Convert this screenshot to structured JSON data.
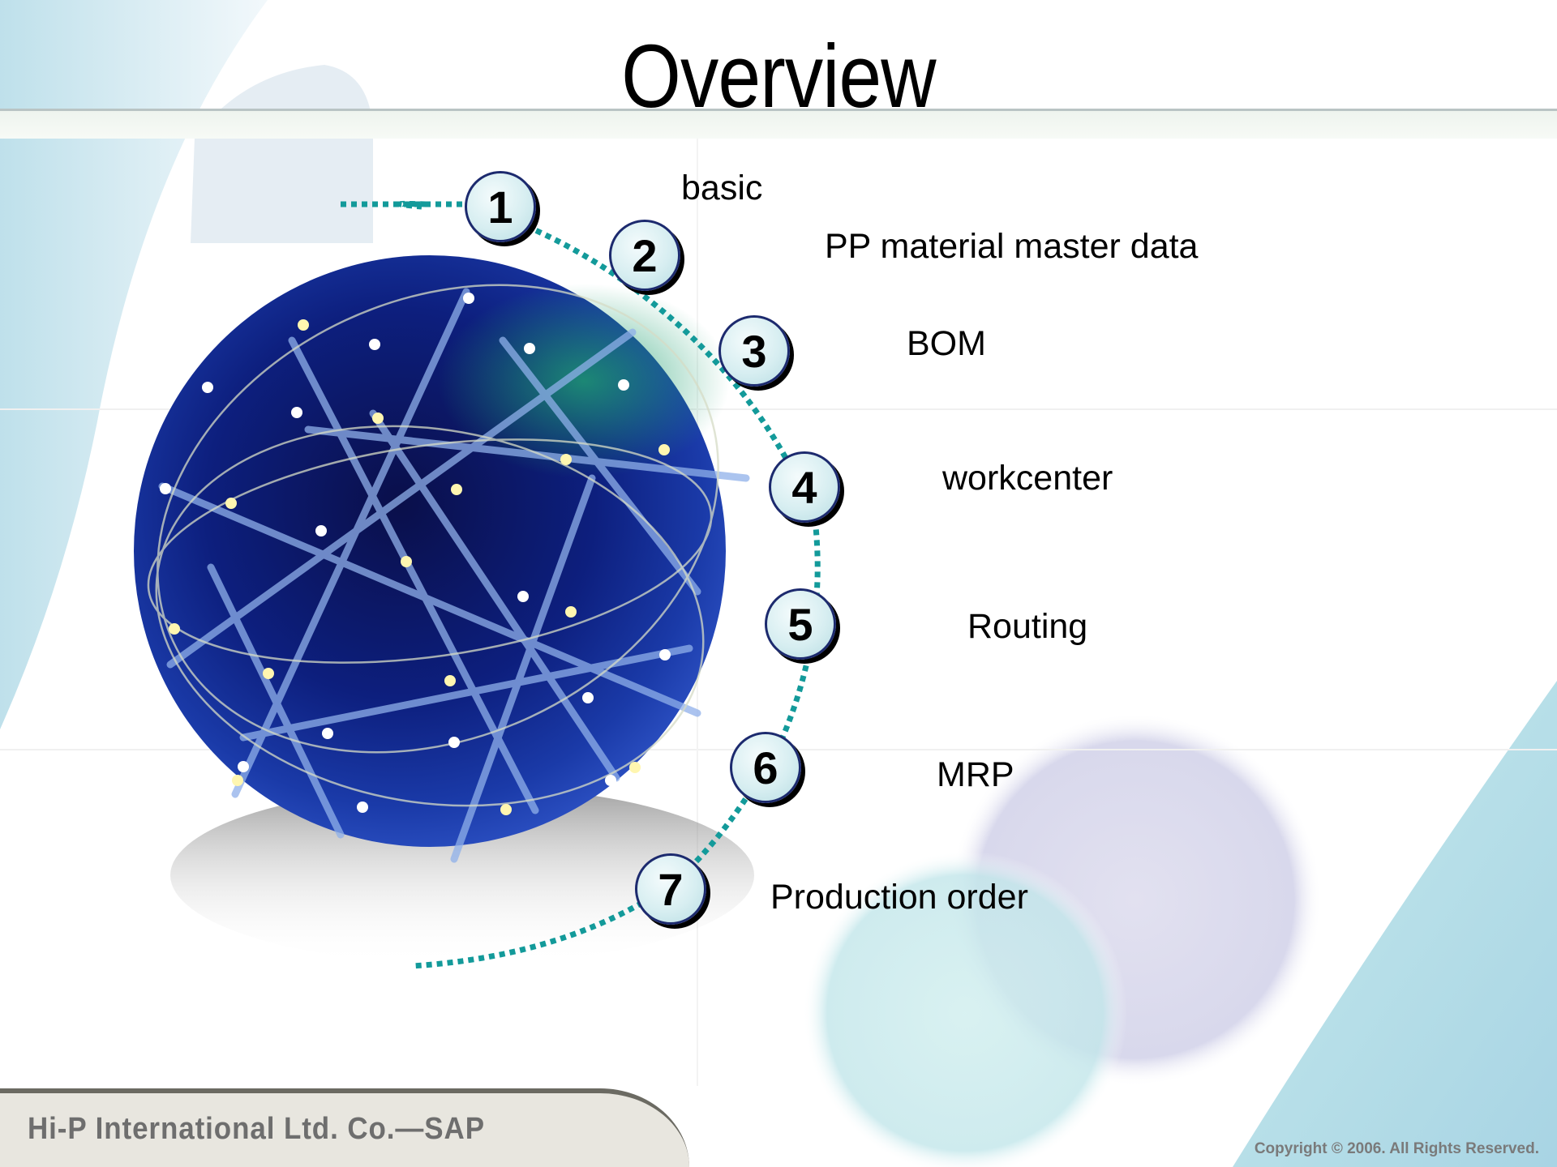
{
  "slide": {
    "title": "Overview"
  },
  "steps": [
    {
      "number": "1",
      "label": "basic"
    },
    {
      "number": "2",
      "label": "PP material master data"
    },
    {
      "number": "3",
      "label": "BOM"
    },
    {
      "number": "4",
      "label": "workcenter"
    },
    {
      "number": "5",
      "label": "Routing"
    },
    {
      "number": "6",
      "label": "MRP"
    },
    {
      "number": "7",
      "label": "Production order"
    }
  ],
  "footer": {
    "company": "Hi-P International Ltd. Co.—SAP",
    "copyright": "Copyright © 2006. All Rights Reserved."
  },
  "colors": {
    "connector": "#139a9a",
    "badge_border": "#1c2a6e",
    "globe": "#0b1f7a"
  },
  "icons": {
    "globe": "network-globe-icon"
  }
}
